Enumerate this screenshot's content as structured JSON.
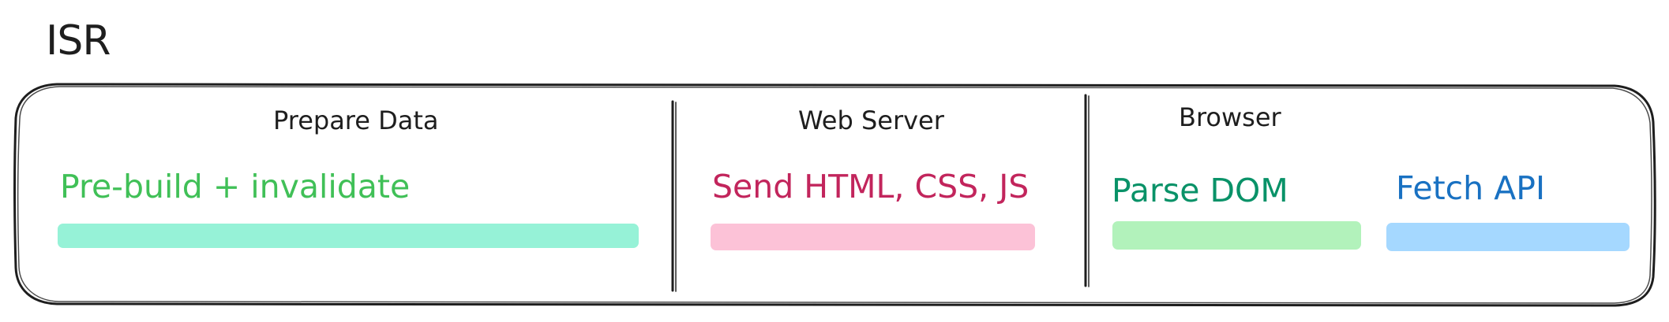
{
  "diagram": {
    "title": "ISR",
    "sections": [
      {
        "label": "Prepare Data",
        "steps": [
          {
            "label": "Pre-build + invalidate",
            "text_color": "#40c057",
            "bar_color": "#96f2d7"
          }
        ]
      },
      {
        "label": "Web Server",
        "steps": [
          {
            "label": "Send HTML, CSS, JS",
            "text_color": "#c2255c",
            "bar_color": "#fcc2d7"
          }
        ]
      },
      {
        "label": "Browser",
        "steps": [
          {
            "label": "Parse DOM",
            "text_color": "#099268",
            "bar_color": "#b2f2bb"
          },
          {
            "label": "Fetch API",
            "text_color": "#1971c2",
            "bar_color": "#a5d8ff"
          }
        ]
      }
    ]
  }
}
